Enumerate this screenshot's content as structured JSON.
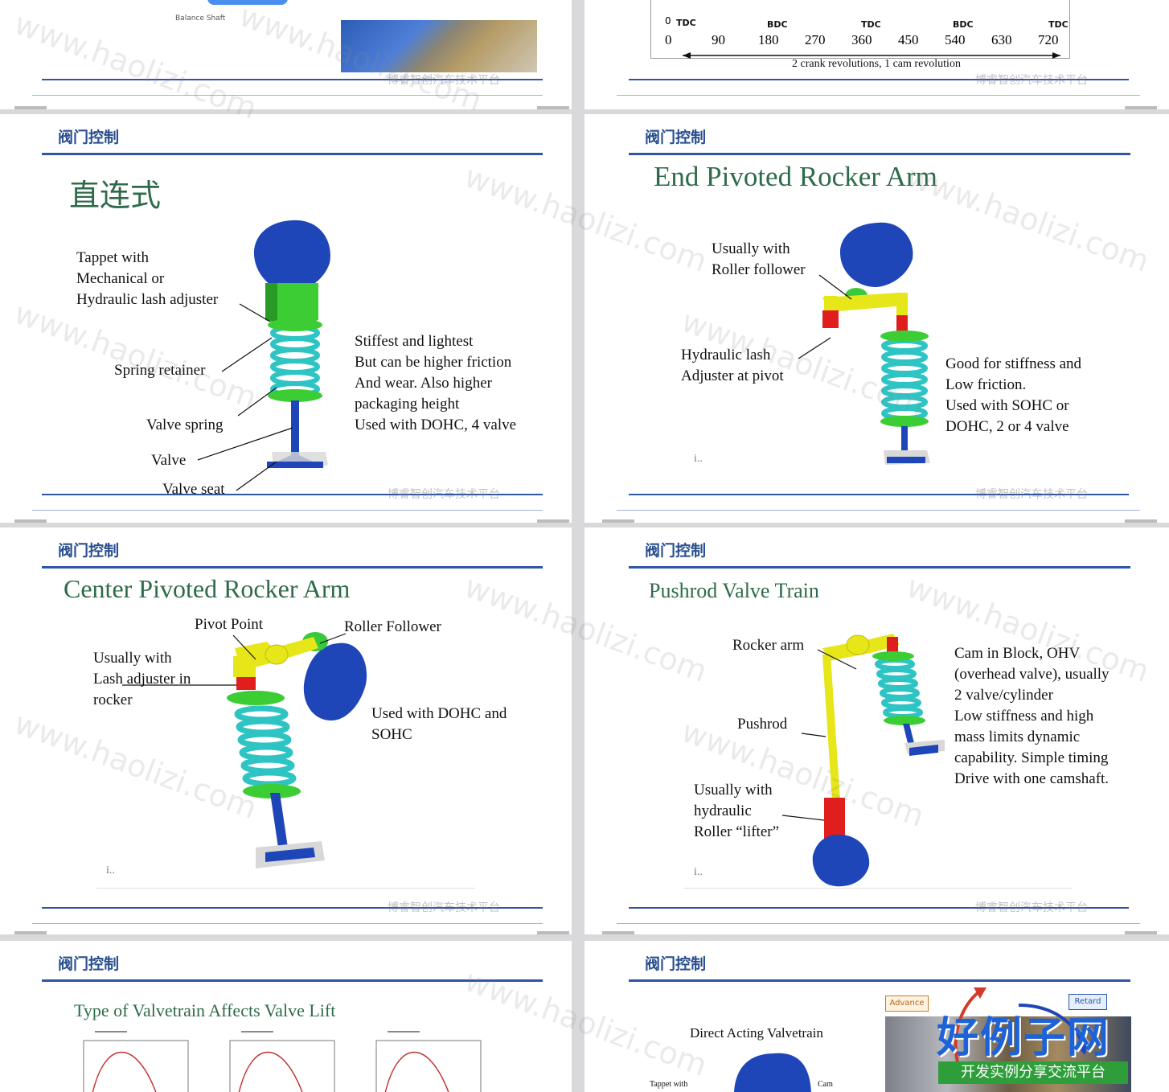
{
  "header_cn": "阀门控制",
  "footer_watermark": "博睿智创汽车技术平台",
  "top_left": {
    "caption": "Balance Shaft"
  },
  "top_right": {
    "tdc1": "TDC",
    "bdc1": "BDC",
    "tdc2": "TDC",
    "bdc2": "BDC",
    "tdc3": "TDC",
    "ticks": [
      "0",
      "90",
      "180",
      "270",
      "360",
      "450",
      "540",
      "630",
      "720"
    ],
    "caption": "2 crank revolutions, 1 cam revolution"
  },
  "slide_direct": {
    "title": "直连式",
    "tappet_l1": "Tappet with",
    "tappet_l2": "Mechanical or",
    "tappet_l3": "Hydraulic lash adjuster",
    "spring_retainer": "Spring retainer",
    "valve_spring": "Valve spring",
    "valve": "Valve",
    "valve_seat": "Valve seat",
    "desc_l1": "Stiffest and lightest",
    "desc_l2": "But can be higher friction",
    "desc_l3": "And wear.  Also higher",
    "desc_l4": "packaging height",
    "desc_l5": "Used with DOHC, 4 valve"
  },
  "slide_end": {
    "title": "End Pivoted Rocker Arm",
    "roller_l1": "Usually with",
    "roller_l2": "Roller follower",
    "hyd_l1": "Hydraulic lash",
    "hyd_l2": "Adjuster at pivot",
    "desc_l1": "Good for stiffness and",
    "desc_l2": "Low friction.",
    "desc_l3": "Used with SOHC or",
    "desc_l4": "DOHC, 2 or 4 valve"
  },
  "slide_center": {
    "title": "Center Pivoted Rocker Arm",
    "pivot": "Pivot Point",
    "roller": "Roller Follower",
    "lash_l1": "Usually with",
    "lash_l2": "Lash adjuster in",
    "lash_l3": "rocker",
    "desc_l1": "Used with DOHC and",
    "desc_l2": "SOHC"
  },
  "slide_pushrod": {
    "title": "Pushrod Valve Train",
    "rocker": "Rocker arm",
    "pushrod": "Pushrod",
    "lifter_l1": "Usually with",
    "lifter_l2": "hydraulic",
    "lifter_l3": "Roller “lifter”",
    "desc_l1": "Cam in Block, OHV",
    "desc_l2": "(overhead valve), usually",
    "desc_l3": "2 valve/cylinder",
    "desc_l4": "Low stiffness and high",
    "desc_l5": "mass limits dynamic",
    "desc_l6": "capability.  Simple timing",
    "desc_l7": "Drive with one camshaft."
  },
  "slide_lift": {
    "title": "Type of Valvetrain Affects Valve Lift"
  },
  "slide_timing": {
    "label": "Direct Acting Valvetrain",
    "tappet": "Tappet with",
    "cam": "Cam",
    "advance": "Advance",
    "retard": "Retard",
    "logo_main": "好例子网",
    "logo_sub": "开发实例分享交流平台"
  },
  "colors": {
    "blue_cam": "#1f46b8",
    "spring": "#2ec4c4",
    "retainer": "#39c93a",
    "header": "#2a4f8f",
    "rule": "#2f55a4",
    "title_green": "#2e6b4a"
  }
}
